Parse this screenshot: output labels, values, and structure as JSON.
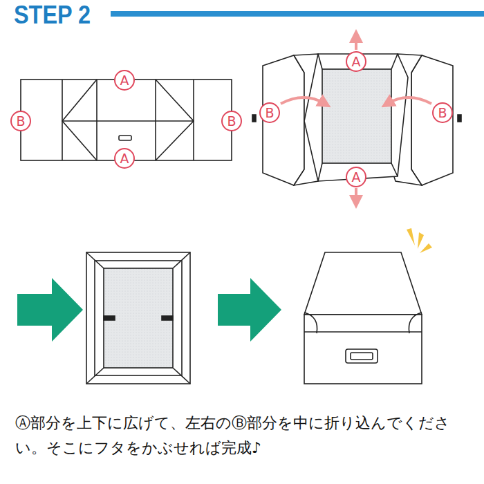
{
  "diagram": {
    "title": "STEP 2",
    "caption": "Ⓐ部分を上下に広げて、左右のⒷ部分を中に折り込んでください。そこにフタをかぶせれば完成♪",
    "nodes": [
      {
        "text": [
          "A"
        ]
      },
      {
        "text": [
          "B"
        ]
      },
      {
        "text": [
          "B"
        ]
      },
      {
        "text": [
          "A"
        ]
      },
      {
        "text": [
          "A"
        ]
      },
      {
        "text": [
          "B"
        ]
      },
      {
        "text": [
          "B"
        ]
      },
      {
        "text": [
          "A"
        ]
      }
    ]
  }
}
